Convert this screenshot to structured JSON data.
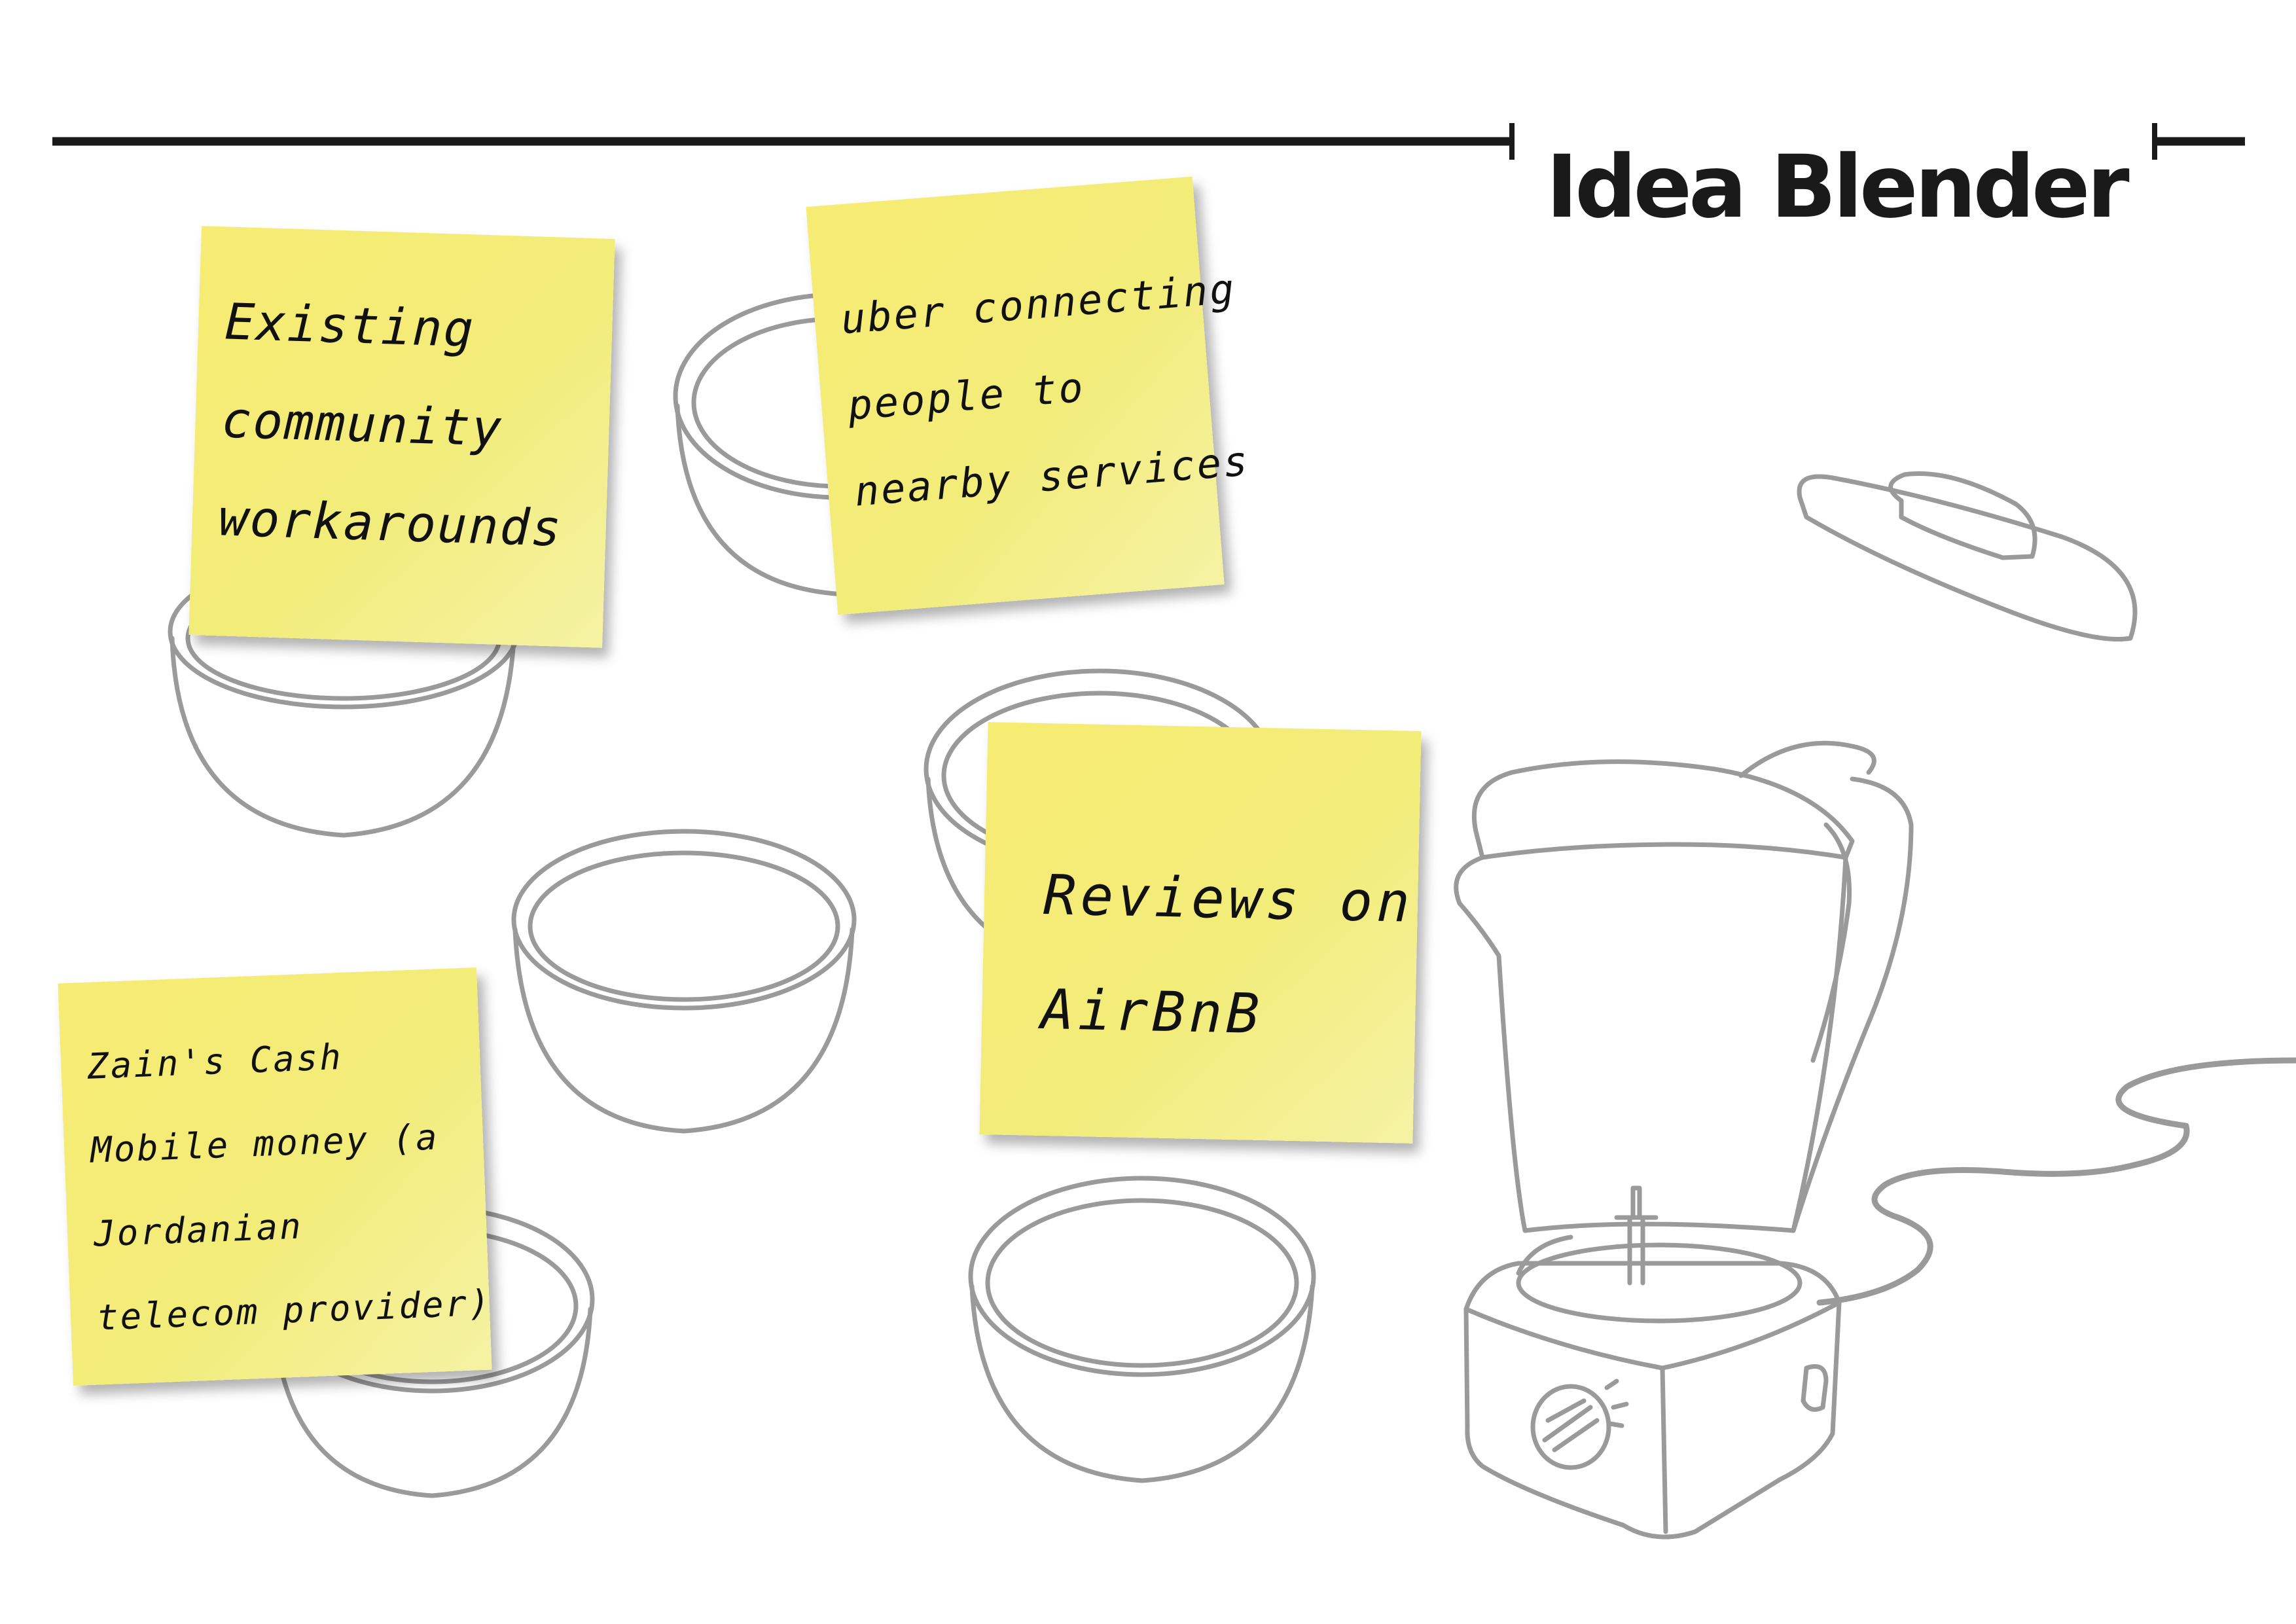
{
  "title": "Idea Blender",
  "notes": [
    {
      "lines": [
        "Existing",
        "community",
        "workarounds"
      ]
    },
    {
      "lines": [
        "uber connecting",
        "people to",
        "nearby services"
      ]
    },
    {
      "lines": [
        "Reviews on",
        "AirBnB"
      ]
    },
    {
      "lines": [
        "Zain's Cash",
        "Mobile money (a",
        "Jordanian",
        "telecom provider)"
      ]
    }
  ],
  "colors": {
    "sticky_note": "#f5ee78",
    "sketch_line": "#9a9a9a",
    "title_rule": "#1a1a1a"
  },
  "illustrations": [
    "bowl-icon",
    "blender-icon",
    "blender-lid-icon",
    "power-cord-icon"
  ]
}
